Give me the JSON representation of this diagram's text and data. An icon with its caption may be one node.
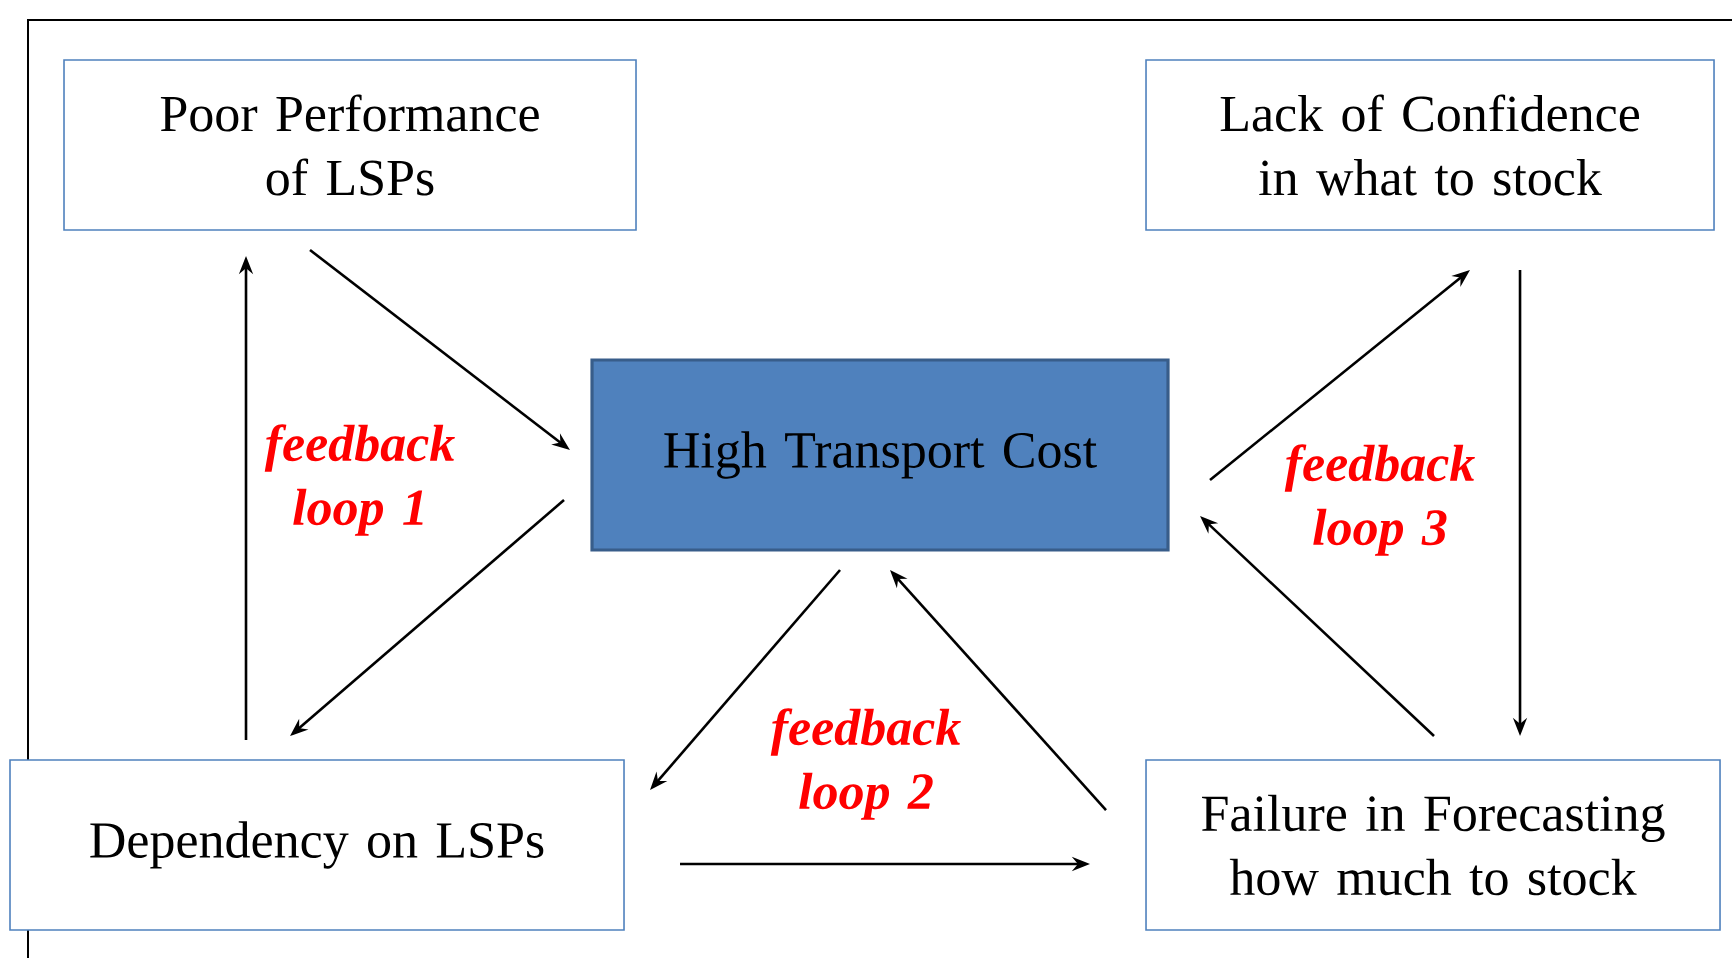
{
  "diagram": {
    "nodes": [
      {
        "text": [
          "Poor Performance of LSPs"
        ]
      },
      {
        "text": [
          "Lack of Confidence in what to stock"
        ]
      },
      {
        "text": [
          "High Transport Cost"
        ]
      },
      {
        "text": [
          "Dependency on LSPs"
        ]
      },
      {
        "text": [
          "Failure in Forecasting how much to stock"
        ]
      }
    ],
    "edges": [
      {
        "from": 0,
        "to": 2,
        "arrow": "to"
      },
      {
        "from": 2,
        "to": 3,
        "arrow": "to"
      },
      {
        "from": 3,
        "to": 0,
        "arrow": "to"
      },
      {
        "from": 3,
        "to": 4,
        "arrow": "to"
      },
      {
        "from": 4,
        "to": 2,
        "arrow": "to"
      },
      {
        "from": 2,
        "to": 3,
        "arrow": "to"
      },
      {
        "from": 2,
        "to": 1,
        "arrow": "to"
      },
      {
        "from": 1,
        "to": 4,
        "arrow": "to"
      },
      {
        "from": 4,
        "to": 2,
        "arrow": "to"
      }
    ],
    "labels": [
      "feedback loop 1",
      "feedback loop 2",
      "feedback loop 3"
    ]
  }
}
